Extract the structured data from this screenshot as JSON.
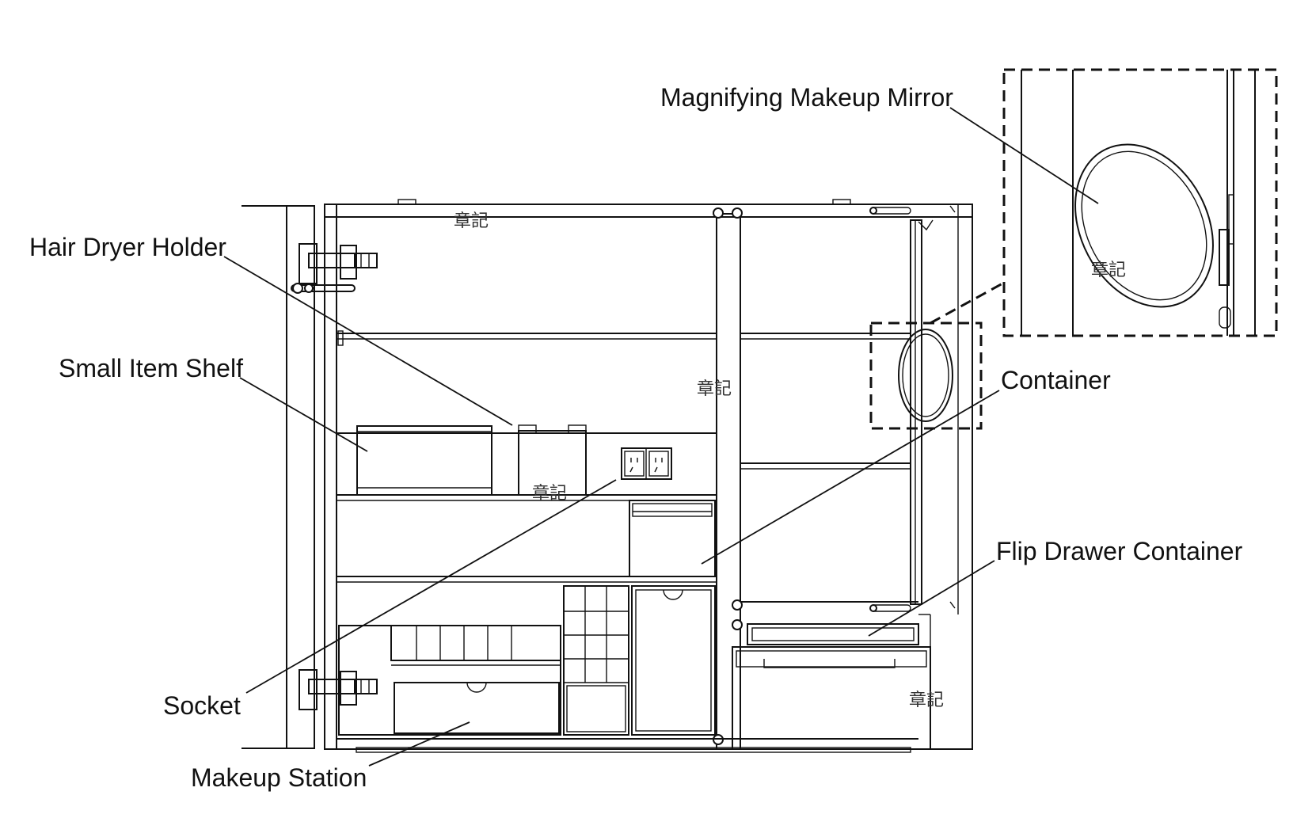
{
  "diagram": {
    "labels": {
      "magnifying_mirror": "Magnifying Makeup Mirror",
      "hair_dryer_holder": "Hair Dryer Holder",
      "small_item_shelf": "Small Item Shelf",
      "container": "Container",
      "flip_drawer_container": "Flip Drawer Container",
      "socket": "Socket",
      "makeup_station": "Makeup Station"
    },
    "stamps": [
      "章記",
      "章記",
      "章記",
      "章記",
      "章記"
    ],
    "colors": {
      "line": "#111111",
      "background": "#ffffff"
    }
  }
}
